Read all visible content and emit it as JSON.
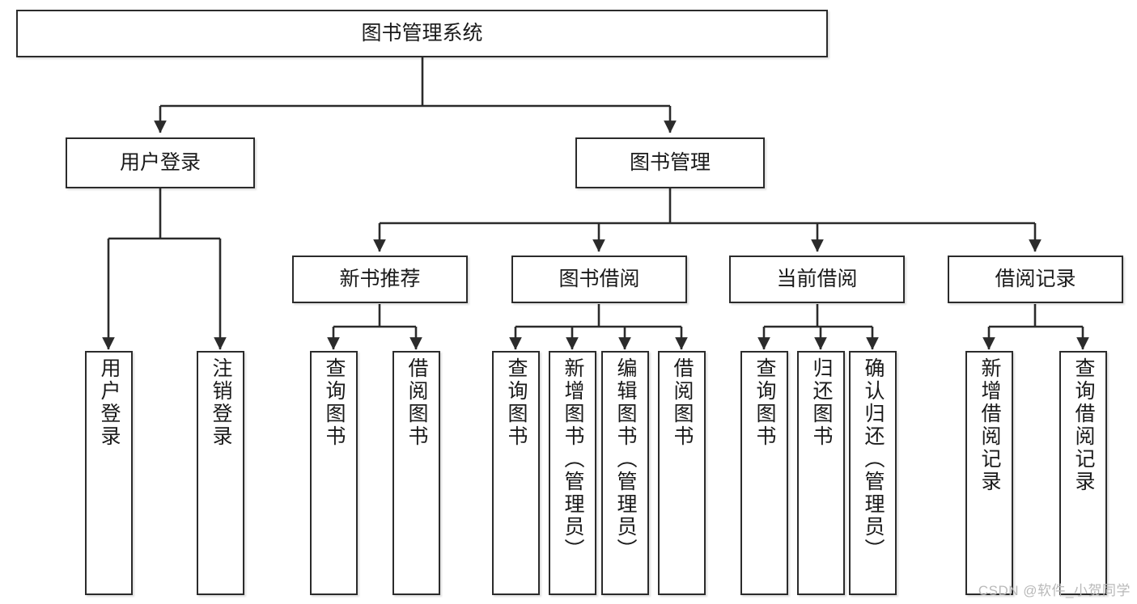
{
  "diagram": {
    "title": "图书管理系统",
    "type": "tree-hierarchy",
    "watermark": "CSDN @软件_小贺同学",
    "colors": {
      "border": "#2b2b2b",
      "background": "#ffffff",
      "text": "#1a1a1a",
      "edge": "#2b2b2b",
      "watermark": "#b9b9b9"
    },
    "root": {
      "label": "图书管理系统"
    },
    "level2": [
      {
        "label": "用户登录"
      },
      {
        "label": "图书管理"
      }
    ],
    "level3": [
      {
        "label": "新书推荐"
      },
      {
        "label": "图书借阅"
      },
      {
        "label": "当前借阅"
      },
      {
        "label": "借阅记录"
      }
    ],
    "leaves": {
      "user_login": [
        {
          "label": "用户登录"
        },
        {
          "label": "注销登录"
        }
      ],
      "new_book": [
        {
          "label": "查询图书"
        },
        {
          "label": "借阅图书"
        }
      ],
      "book_borrow": [
        {
          "label": "查询图书"
        },
        {
          "label": "新增图书（管理员）"
        },
        {
          "label": "编辑图书（管理员）"
        },
        {
          "label": "借阅图书"
        }
      ],
      "current_borrow": [
        {
          "label": "查询图书"
        },
        {
          "label": "归还图书"
        },
        {
          "label": "确认归还（管理员）"
        }
      ],
      "borrow_record": [
        {
          "label": "新增借阅记录"
        },
        {
          "label": "查询借阅记录"
        }
      ]
    }
  }
}
